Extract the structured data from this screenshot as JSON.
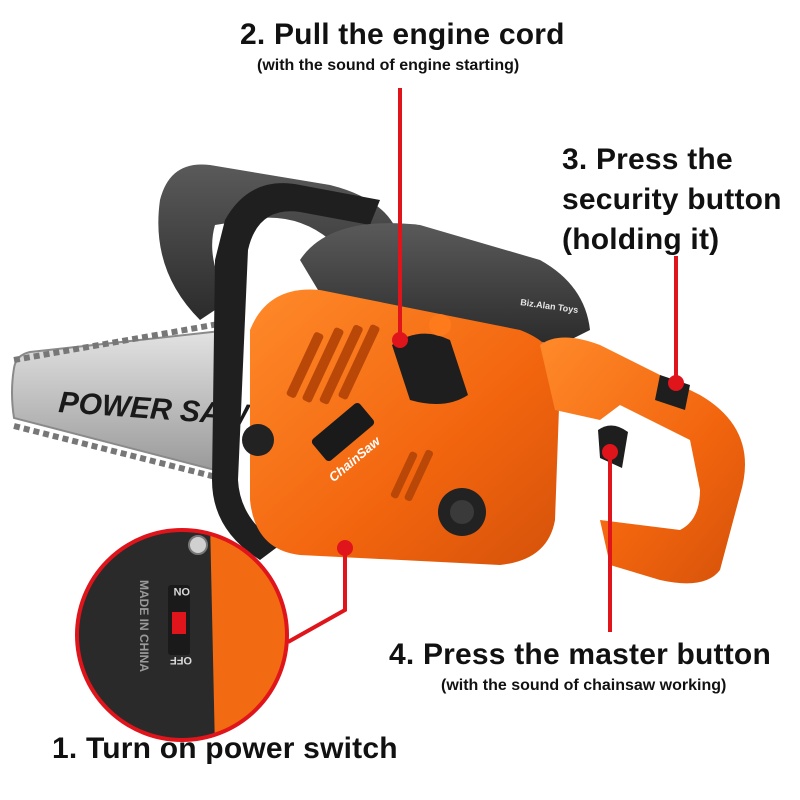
{
  "steps": {
    "step2": {
      "title": "2. Pull the engine cord",
      "note": "(with the sound of engine starting)"
    },
    "step3": {
      "lines": [
        "3. Press the",
        "security button",
        "(holding it)"
      ]
    },
    "step4": {
      "title": "4. Press the master button",
      "note": "(with the sound of chainsaw working)"
    },
    "step1": {
      "title": "1. Turn on power switch"
    }
  },
  "product": {
    "bar_print": "POWER SAW",
    "body_badge": "ChainSaw",
    "brand_mark": "Biz.Alan Toys",
    "switch_on": "ON",
    "switch_off": "OFF",
    "made_in": "MADE IN CHINA"
  },
  "colors": {
    "callout_line": "#e0141b",
    "body_orange": "#f26a12",
    "housing_dark": "#3a3a3a",
    "bar_silver": "#bdbdbd"
  }
}
